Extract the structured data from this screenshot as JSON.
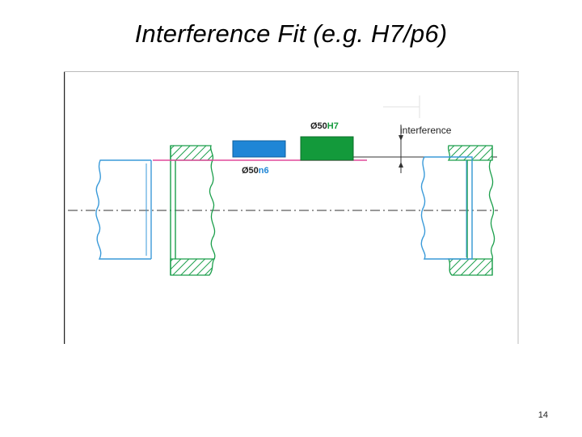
{
  "title": "Interference Fit (e.g. H7/p6)",
  "page_number": "14",
  "diagram": {
    "hole_label_prefix": "Ø50",
    "hole_label_grade": "H7",
    "shaft_label_prefix": "Ø50",
    "shaft_label_grade": "n6",
    "interference_label": "interference",
    "colors": {
      "hole_zone": "#139a3b",
      "shaft_zone": "#1f86d6",
      "zero_line": "#e0489a",
      "hatch": "#1a9e4a",
      "frame": "#222222"
    }
  }
}
